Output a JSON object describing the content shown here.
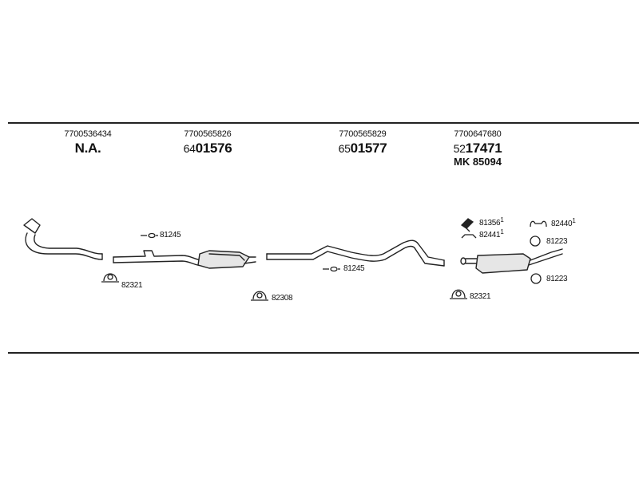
{
  "columns": [
    {
      "oem": "7700536434",
      "prefix": "",
      "part": "N.A.",
      "extra": ""
    },
    {
      "oem": "7700565826",
      "prefix": "64",
      "part": "01576",
      "extra": ""
    },
    {
      "oem": "7700565829",
      "prefix": "65",
      "part": "01577",
      "extra": ""
    },
    {
      "oem": "7700647680",
      "prefix": "52",
      "part": "17471",
      "extra": "MK  85094"
    }
  ],
  "parts": {
    "clamp_front": "82321",
    "gasket_1": "81245",
    "clamp_mid": "82308",
    "gasket_2": "81245",
    "clamp_rear": "82321",
    "mount_a": "81356",
    "mount_a_sup": "1",
    "mount_b": "82441",
    "mount_b_sup": "1",
    "hanger": "82440",
    "hanger_sup": "1",
    "ring_top": "81223",
    "ring_bottom": "81223"
  },
  "colors": {
    "line": "#222222",
    "fill": "#e6e6e6"
  }
}
